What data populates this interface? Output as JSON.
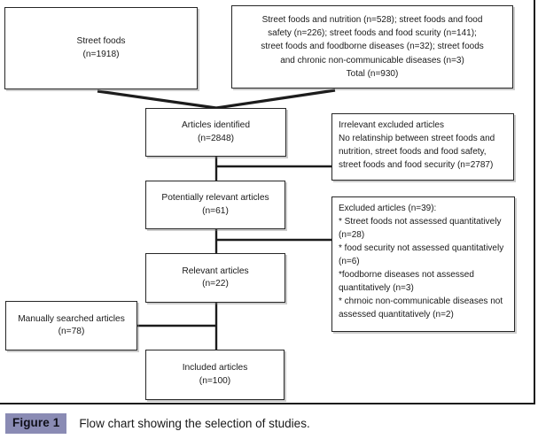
{
  "figure": {
    "label": "Figure 1",
    "caption": "Flow chart showing the selection of studies.",
    "badge_color": "#8a8bb4"
  },
  "chart_data": {
    "type": "diagram",
    "diagram_kind": "prisma-style study selection flow chart",
    "title": "Flow chart showing the selection of studies.",
    "nodes": [
      {
        "id": "street-foods",
        "lines": [
          "Street foods",
          "(n=1918)"
        ],
        "n": 1918,
        "align": "center"
      },
      {
        "id": "search-terms",
        "lines": [
          "Street foods and nutrition (n=528); street foods and food",
          "safety (n=226); street foods and food scurity (n=141);",
          "street foods and foodborne diseases (n=32); street foods",
          "and chronic non-communicable diseases (n=3)",
          "Total (n=930)"
        ],
        "counts": {
          "street_foods_and_nutrition": 528,
          "street_foods_and_food_safety": 226,
          "street_foods_and_food_scurity": 141,
          "street_foods_and_foodborne_diseases": 32,
          "street_foods_and_chronic_non_communicable_diseases": 3,
          "total": 930
        },
        "align": "center"
      },
      {
        "id": "articles-identified",
        "lines": [
          "Articles identified",
          "(n=2848)"
        ],
        "n": 2848,
        "align": "center"
      },
      {
        "id": "irrelevant-excluded",
        "lines": [
          "Irrelevant excluded articles",
          "No relatinship between street foods and",
          "nutrition, street foods and food safety,",
          "street foods and food security (n=2787)"
        ],
        "n": 2787,
        "align": "left"
      },
      {
        "id": "potentially-relevant",
        "lines": [
          "Potentially relevant articles",
          "(n=61)"
        ],
        "n": 61,
        "align": "center"
      },
      {
        "id": "excluded-articles",
        "lines": [
          "Excluded articles (n=39):",
          "* Street foods not assessed quantitatively",
          "(n=28)",
          "* food security not assessed quantitatively",
          "(n=6)",
          "*foodborne diseases not assessed",
          "quantitatively (n=3)",
          "* chrnoic non-communicable diseases not",
          "assessed quantitatively (n=2)"
        ],
        "n": 39,
        "breakdown": {
          "street_foods_not_assessed_quantitatively": 28,
          "food_security_not_assessed_quantitatively": 6,
          "foodborne_diseases_not_assessed_quantitatively": 3,
          "chronic_non_communicable_diseases_not_assessed_quantitatively": 2
        },
        "align": "left"
      },
      {
        "id": "relevant-articles",
        "lines": [
          "Relevant articles",
          "(n=22)"
        ],
        "n": 22,
        "align": "center"
      },
      {
        "id": "manually-searched",
        "lines": [
          "Manually searched articles",
          "(n=78)"
        ],
        "n": 78,
        "align": "center"
      },
      {
        "id": "included-articles",
        "lines": [
          "Included articles",
          "(n=100)"
        ],
        "n": 100,
        "align": "center"
      }
    ],
    "edges": [
      {
        "from": "street-foods",
        "to": "articles-identified",
        "style": "diagonal"
      },
      {
        "from": "search-terms",
        "to": "articles-identified",
        "style": "diagonal"
      },
      {
        "from": "articles-identified",
        "to": "irrelevant-excluded",
        "style": "elbow-right"
      },
      {
        "from": "articles-identified",
        "to": "potentially-relevant",
        "style": "vertical"
      },
      {
        "from": "potentially-relevant",
        "to": "excluded-articles",
        "style": "elbow-right"
      },
      {
        "from": "potentially-relevant",
        "to": "relevant-articles",
        "style": "vertical"
      },
      {
        "from": "relevant-articles",
        "to": "included-articles",
        "style": "vertical"
      },
      {
        "from": "manually-searched",
        "to": "included-articles",
        "style": "elbow-left"
      }
    ],
    "line_color": "#1c1c1c",
    "box_fill": "#ffffff"
  }
}
